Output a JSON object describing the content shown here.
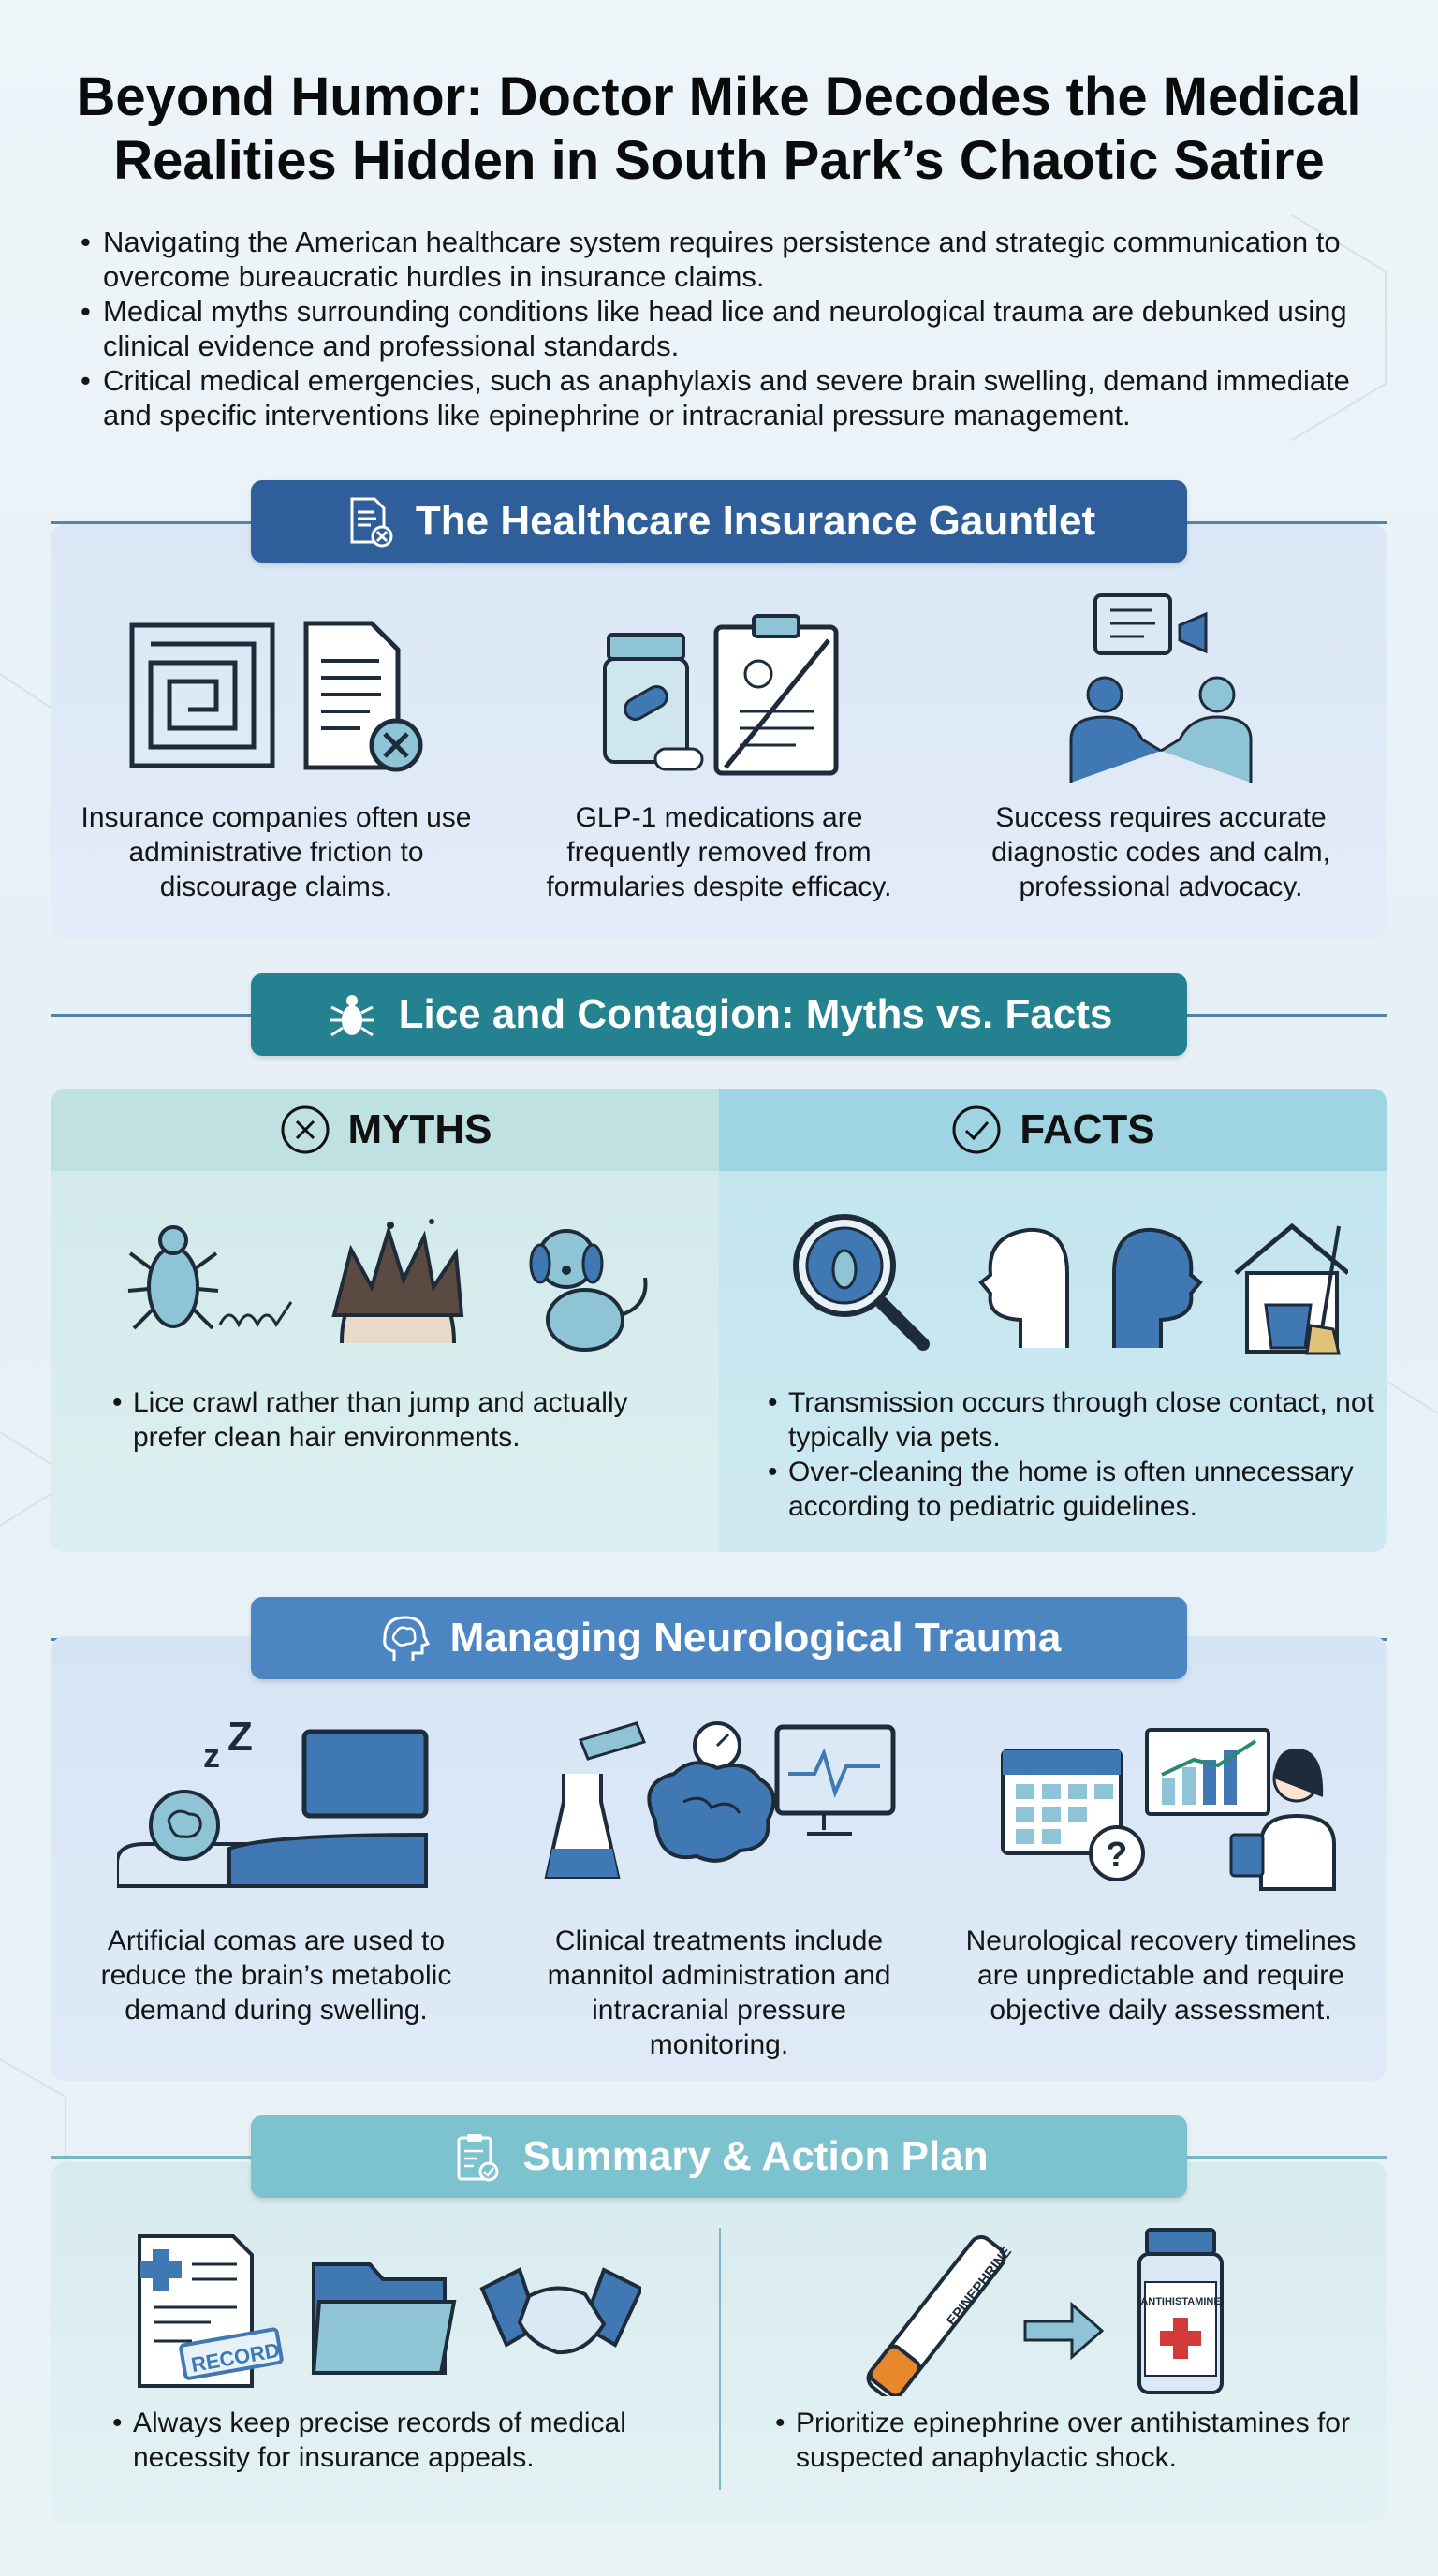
{
  "title": "Beyond Humor: Doctor Mike Decodes the Medical Realities Hidden in South Park’s Chaotic Satire",
  "intro": [
    "Navigating the American healthcare system requires persistence and strategic communication to overcome bureaucratic hurdles in insurance claims.",
    "Medical myths surrounding conditions like head lice and neurological trauma are debunked using clinical evidence and professional standards.",
    "Critical medical emergencies, such as anaphylaxis and severe brain swelling, demand immediate and specific interventions like epinephrine or intracranial pressure management."
  ],
  "insurance": {
    "heading": "The Healthcare Insurance Gauntlet",
    "heading_icon": "document-x-icon",
    "items": [
      {
        "text": "Insurance companies often use administrative friction to discourage claims.",
        "icon": "maze-denied-document-icon"
      },
      {
        "text": "GLP-1 medications are frequently removed from formularies despite efficacy.",
        "icon": "pill-bottle-clipboard-icon"
      },
      {
        "text": "Success requires accurate diagnostic codes and calm, professional advocacy.",
        "icon": "handshake-advocacy-icon"
      }
    ]
  },
  "lice": {
    "heading": "Lice and Contagion: Myths vs. Facts",
    "heading_icon": "louse-icon",
    "myths_label": "MYTHS",
    "facts_label": "FACTS",
    "myths": [
      "Lice crawl rather than jump and actually prefer clean hair environments."
    ],
    "facts": [
      "Transmission occurs through close contact, not typically via pets.",
      "Over-cleaning the home is often unnecessary according to pediatric guidelines."
    ]
  },
  "neuro": {
    "heading": "Managing Neurological Trauma",
    "heading_icon": "brain-head-icon",
    "items": [
      {
        "text": "Artificial comas are used to reduce the brain’s metabolic demand during swelling.",
        "icon": "coma-patient-icon"
      },
      {
        "text": "Clinical treatments include mannitol administration and intracranial pressure monitoring.",
        "icon": "brain-lab-monitor-icon"
      },
      {
        "text": "Neurological recovery timelines are unpredictable and require objective daily assessment.",
        "icon": "calendar-chart-doctor-icon"
      }
    ]
  },
  "summary": {
    "heading": "Summary & Action Plan",
    "heading_icon": "clipboard-check-icon",
    "left": "Always keep precise records of medical necessity for insurance appeals.",
    "right": "Prioritize epinephrine over antihistamines for suspected anaphylactic shock.",
    "record_label": "RECORD",
    "epi_label": "EPINEPHRINE",
    "antihistamine_label": "ANTIHISTAMINE"
  },
  "colors": {
    "navy": "#2f5f9a",
    "teal": "#24818f",
    "blue": "#4b86c2",
    "aqua": "#7cc2cf",
    "ink": "#1d2b3a",
    "icon_fill": "#8fc3d6"
  }
}
